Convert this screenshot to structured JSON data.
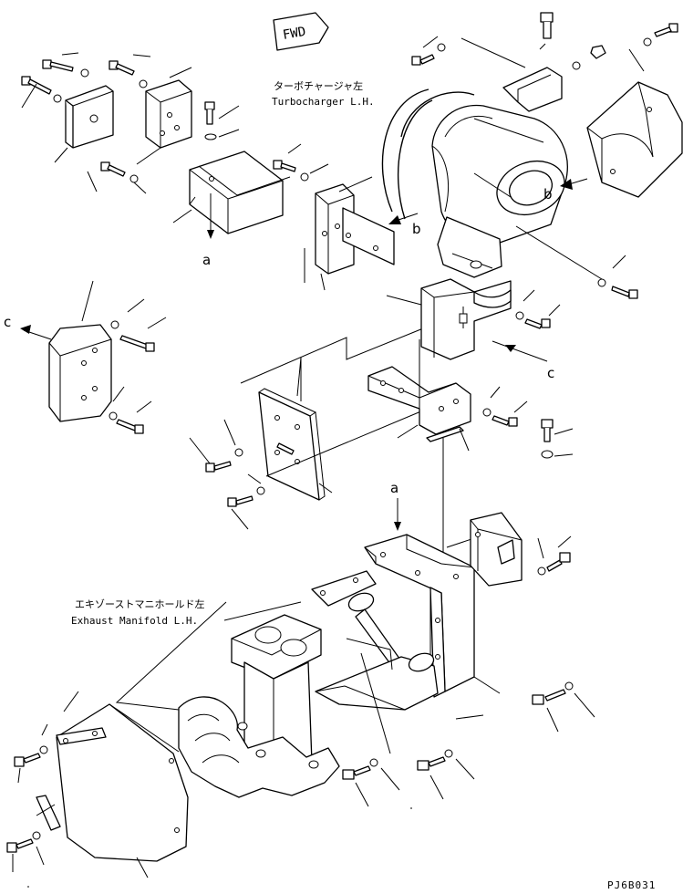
{
  "labels": {
    "fwd": "FWD",
    "turbo_jp": "ターボチャージャ左",
    "turbo_en": "Turbocharger L.H.",
    "exhaust_jp": "エキゾーストマニホールド左",
    "exhaust_en": "Exhaust Manifold L.H.",
    "ref_a": "a",
    "ref_b": "b",
    "ref_c": "c",
    "drawing_code": "PJ6B031"
  }
}
